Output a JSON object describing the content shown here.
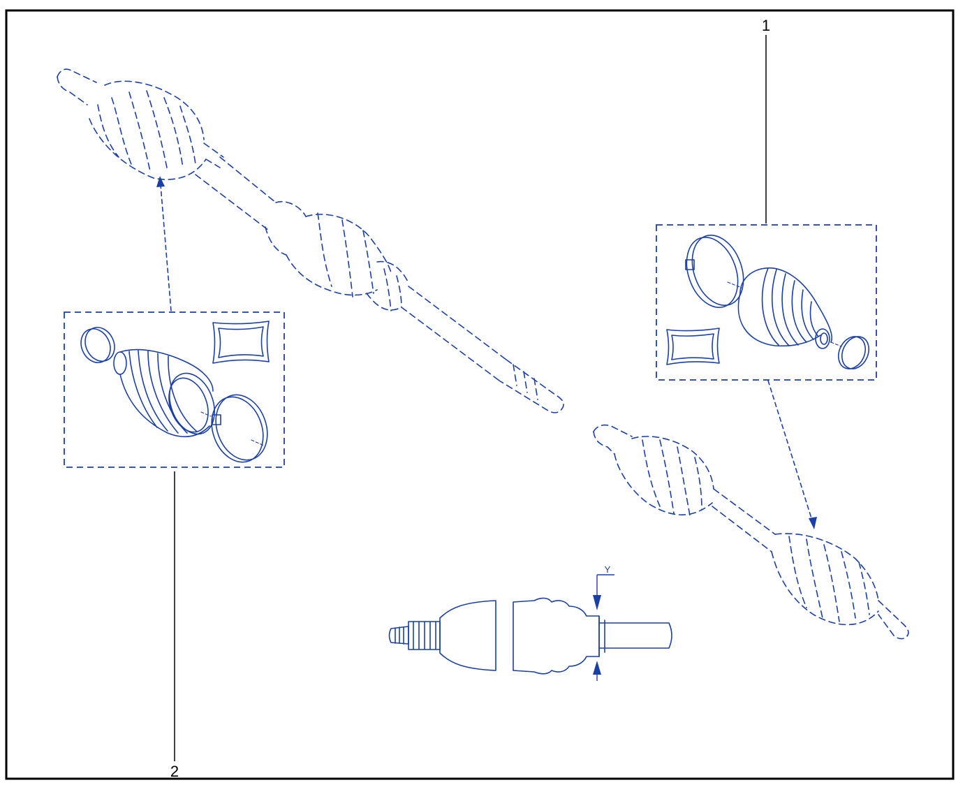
{
  "diagram": {
    "callouts": [
      {
        "id": "1",
        "label": "1"
      },
      {
        "id": "2",
        "label": "2"
      }
    ],
    "dimension_label": "Y",
    "colors": {
      "line": "#1a3fa8",
      "frame": "#000000",
      "leader": "#000000",
      "background": "#ffffff"
    }
  }
}
